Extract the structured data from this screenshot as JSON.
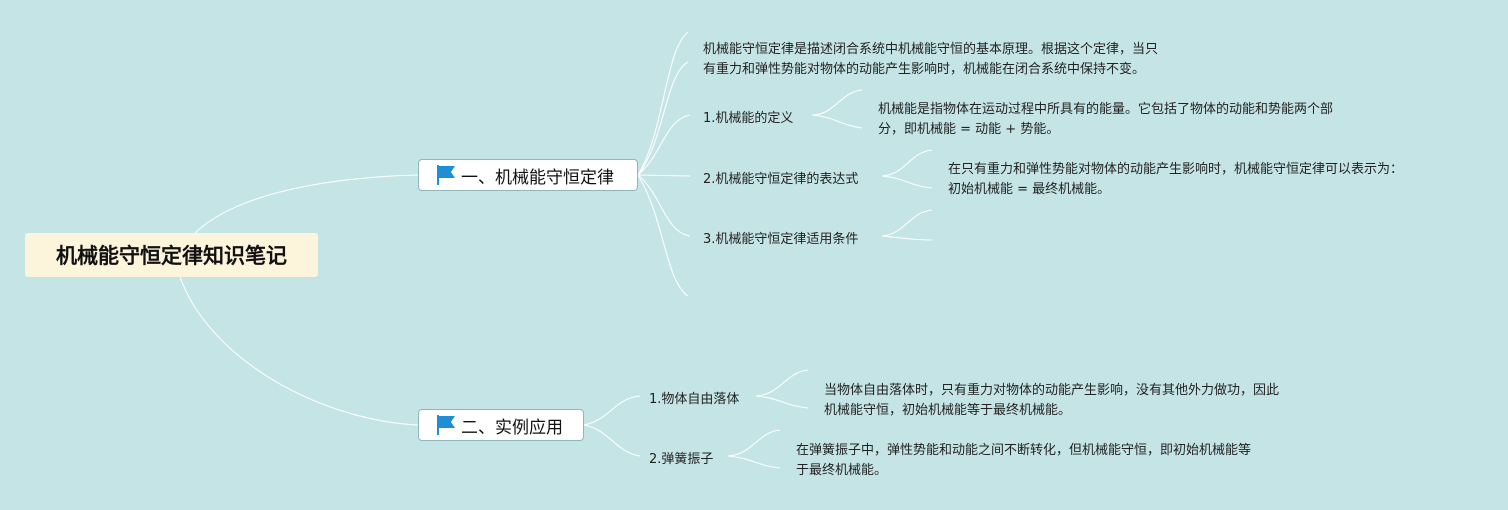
{
  "root": {
    "title": "机械能守恒定律知识笔记"
  },
  "branch1": {
    "title": "一、机械能守恒定律",
    "intro_line1": "机械能守恒定律是描述闭合系统中机械能守恒的基本原理。根据这个定律，当只",
    "intro_line2": "有重力和弹性势能对物体的动能产生影响时，机械能在闭合系统中保持不变。",
    "items": [
      {
        "label": "1.机械能的定义",
        "detail_line1": "机械能是指物体在运动过程中所具有的能量。它包括了物体的动能和势能两个部",
        "detail_line2": "分，即机械能 = 动能 + 势能。"
      },
      {
        "label": "2.机械能守恒定律的表达式",
        "detail_line1": "在只有重力和弹性势能对物体的动能产生影响时，机械能守恒定律可以表示为：",
        "detail_line2": "初始机械能 = 最终机械能。"
      },
      {
        "label": "3.机械能守恒定律适用条件"
      }
    ]
  },
  "branch2": {
    "title": "二、实例应用",
    "items": [
      {
        "label": "1.物体自由落体",
        "detail_line1": "当物体自由落体时，只有重力对物体的动能产生影响，没有其他外力做功，因此",
        "detail_line2": "机械能守恒，初始机械能等于最终机械能。"
      },
      {
        "label": "2.弹簧振子",
        "detail_line1": "在弹簧振子中，弹性势能和动能之间不断转化，但机械能守恒，即初始机械能等",
        "detail_line2": "于最终机械能。"
      }
    ]
  },
  "colors": {
    "background": "#c5e4e6",
    "root_fill": "#fdf4dc",
    "flag": "#1e8fd6",
    "branch_border": "#8fb7ba",
    "connector": "#ffffff"
  },
  "icons": {
    "branch_marker": "flag-icon"
  }
}
